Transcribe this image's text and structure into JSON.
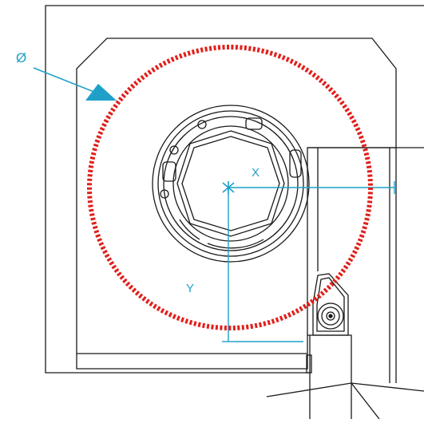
{
  "labels": {
    "diameter": "Ø",
    "x": "X",
    "y": "Y"
  },
  "colors": {
    "background": "#ffffff",
    "line_art": "#1a1a1a",
    "dimension": "#1fa0c8",
    "circle": "#e0201b"
  },
  "icons": {
    "diameter_arrow": "arrow-icon",
    "center_mark": "crosshair-icon"
  }
}
